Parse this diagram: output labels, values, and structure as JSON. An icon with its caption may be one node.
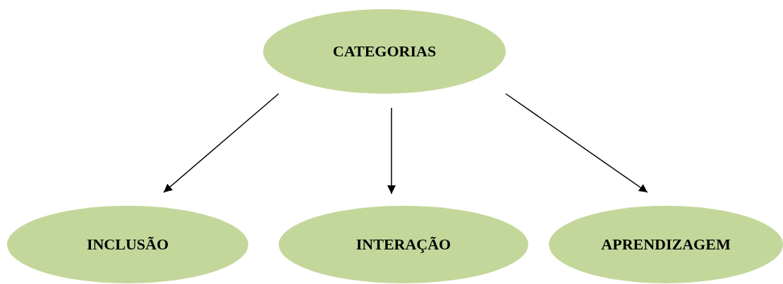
{
  "diagram": {
    "nodes": [
      {
        "text": [
          "CATEGORIAS"
        ]
      },
      {
        "text": [
          "INCLUSÃO"
        ]
      },
      {
        "text": [
          "INTERAÇÃO"
        ]
      },
      {
        "text": [
          "APRENDIZAGEM"
        ]
      }
    ],
    "edges": [
      {
        "from": 0,
        "to": 1,
        "arrow": "to"
      },
      {
        "from": 0,
        "to": 2,
        "arrow": "to"
      },
      {
        "from": 0,
        "to": 3,
        "arrow": "to"
      }
    ]
  }
}
